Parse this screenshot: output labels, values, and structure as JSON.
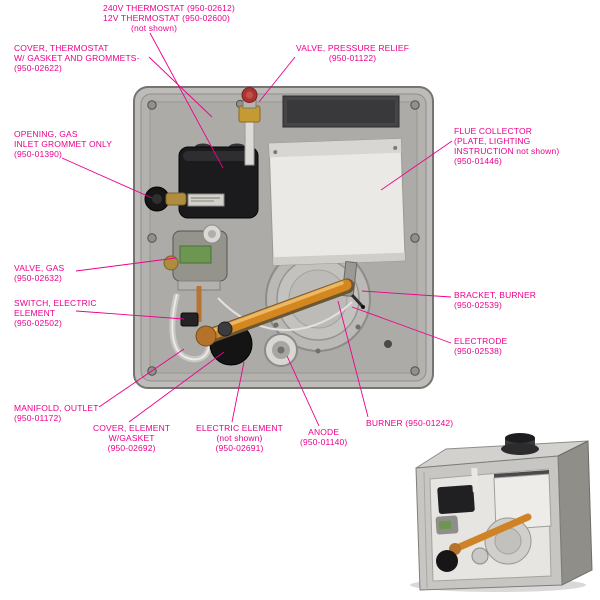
{
  "colors": {
    "accent": "#ec008c"
  },
  "callouts": [
    {
      "id": "thermostats-top",
      "lines": [
        "240V THERMOSTAT (950-02612)",
        "12V THERMOSTAT (950-02600)",
        "(not shown)"
      ]
    },
    {
      "id": "cover-thermostat",
      "lines": [
        "COVER, THERMOSTAT",
        "W/ GASKET AND GROMMETS-",
        "(950-02622)"
      ]
    },
    {
      "id": "valve-pressure-relief",
      "lines": [
        "VALVE, PRESSURE RELIEF",
        "(950-01122)"
      ]
    },
    {
      "id": "opening-gas",
      "lines": [
        "OPENING, GAS",
        "INLET GROMMET ONLY",
        "(950-01390)"
      ]
    },
    {
      "id": "flue-collector",
      "lines": [
        "FLUE COLLECTOR",
        "(PLATE, LIGHTING",
        "INSTRUCTION not shown)",
        "(950-01446)"
      ]
    },
    {
      "id": "valve-gas",
      "lines": [
        "VALVE, GAS",
        "(950-02632)"
      ]
    },
    {
      "id": "bracket-burner",
      "lines": [
        "BRACKET, BURNER",
        "(950-02539)"
      ]
    },
    {
      "id": "switch-electric-element",
      "lines": [
        "SWITCH, ELECTRIC",
        "ELEMENT",
        "(950-02502)"
      ]
    },
    {
      "id": "electrode",
      "lines": [
        "ELECTRODE",
        "(950-02538)"
      ]
    },
    {
      "id": "manifold-outlet",
      "lines": [
        "MANIFOLD, OUTLET",
        "(950-01172)"
      ]
    },
    {
      "id": "cover-element",
      "lines": [
        "COVER, ELEMENT",
        "W/GASKET",
        "(950-02692)"
      ]
    },
    {
      "id": "electric-element",
      "lines": [
        "ELECTRIC ELEMENT",
        "(not shown)",
        "(950-02691)"
      ]
    },
    {
      "id": "anode",
      "lines": [
        "ANODE",
        "(950-01140)"
      ]
    },
    {
      "id": "burner",
      "lines": [
        "BURNER (950-01242)"
      ]
    }
  ]
}
